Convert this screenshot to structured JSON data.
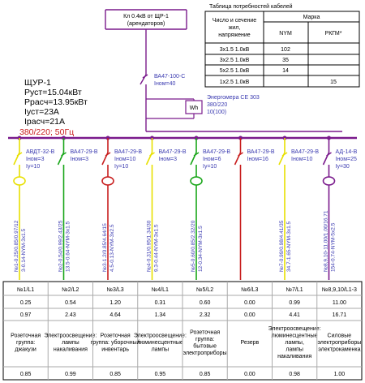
{
  "cable_table": {
    "title": "Таблица потребностей кабелей",
    "col_section_lines": [
      "Число и сечение",
      "жил,",
      "напряжение"
    ],
    "col_brand": "Марка",
    "brands": [
      "NYM",
      "РКГМ*"
    ],
    "rows": [
      {
        "section": "3x1.5 1.0кВ",
        "nym": "102",
        "rkgm": ""
      },
      {
        "section": "3x2.5 1.0кВ",
        "nym": "35",
        "rkgm": ""
      },
      {
        "section": "5x2.5 1.0кВ",
        "nym": "14",
        "rkgm": ""
      },
      {
        "section": "1x2.5 1.0кВ",
        "nym": "",
        "rkgm": "15"
      }
    ]
  },
  "feed": {
    "line1": "Кл 0.4кВ от ЩР-1",
    "line2": "(арендаторов)",
    "breaker_name": "ВА47-100-С",
    "breaker_rating": "Iном=40"
  },
  "meter": {
    "symbol": "Wh",
    "name": "Энергомера СЕ 303",
    "voltage": "380/220",
    "current": "10(100)"
  },
  "panel": {
    "name": "ЩУР-1",
    "p_inst": "Руст=15.04кВт",
    "p_calc": "Ррасч=13.95кВт",
    "i_inst": "Iуст=23А",
    "i_calc": "Iрасч=21А",
    "supply": "380/220; 50Гц"
  },
  "colors": {
    "L1": "#e8e000",
    "L2": "#19a619",
    "L3": "#c81e1e",
    "three_phase": "#7a1a8c",
    "bus": "#7a1a8c",
    "text_blue": "#3a3ab0",
    "supply_red": "#c81e1e"
  },
  "circuits": [
    {
      "phase": "L1",
      "device_type": "rcbo",
      "breaker_name": "АВДТ-32-В",
      "breaker_rating_1": "Iном=3",
      "breaker_rating_2": "Iу=10",
      "cable_line1": "№1-0.25/0.85/0.97/12",
      "cable_line2": "3-0.14-NYM-3x1.5",
      "num": "№1/L1",
      "p_kw": "0.25",
      "current_a": "0.97",
      "consumer_lines": [
        "Розеточная",
        "группа:",
        "джакузи"
      ],
      "cos_phi": "0.85"
    },
    {
      "phase": "L2",
      "device_type": "breaker",
      "breaker_name": "ВА47-29-В",
      "breaker_rating_1": "Iном=3",
      "breaker_rating_2": "",
      "cable_line1": "№2-0.54/0.99/2.43/25",
      "cable_line2": "13.5-0.64-NYM-3x1.5",
      "num": "№2/L2",
      "p_kw": "0.54",
      "current_a": "2.43",
      "consumer_lines": [
        "Электроосвещение:",
        "лампы",
        "накаливания"
      ],
      "cos_phi": "0.99"
    },
    {
      "phase": "L3",
      "device_type": "rcbo",
      "breaker_name": "ВА47-29-В",
      "breaker_rating_1": "Iном=10",
      "breaker_rating_2": "Iу=10",
      "cable_line1": "№3-1.2/0.85/4.64/15",
      "cable_line2": "4.5-0.13-NYM-3x2.5",
      "num": "№3/L3",
      "p_kw": "1.20",
      "current_a": "4.64",
      "consumer_lines": [
        "Розеточная",
        "группа: уборочный",
        "инвентарь"
      ],
      "cos_phi": "0.85"
    },
    {
      "phase": "L1",
      "device_type": "breaker",
      "breaker_name": "ВА47-29-В",
      "breaker_rating_1": "Iном=3",
      "breaker_rating_2": "",
      "cable_line1": "№4-0.31/0.95/1.34/30",
      "cable_line2": "9.3-0.44-NYM-3x1.5",
      "num": "№4/L1",
      "p_kw": "0.31",
      "current_a": "1.34",
      "consumer_lines": [
        "Электроосвещение:",
        "люминесцентные",
        "лампы"
      ],
      "cos_phi": "0.95"
    },
    {
      "phase": "L2",
      "device_type": "rcbo",
      "breaker_name": "ВА47-29-В",
      "breaker_rating_1": "Iном=6",
      "breaker_rating_2": "Iу=10",
      "cable_line1": "№5-0.60/0.85/2.32/20",
      "cable_line2": "12-0.34-NYM-3x1.5",
      "num": "№5/L2",
      "p_kw": "0.60",
      "current_a": "2.32",
      "consumer_lines": [
        "Розеточная",
        "группа:",
        "бытовые",
        "электроприборы"
      ],
      "cos_phi": "0.85"
    },
    {
      "phase": "L3",
      "device_type": "breaker",
      "breaker_name": "ВА47-29-В",
      "breaker_rating_1": "Iном=16",
      "breaker_rating_2": "",
      "cable_line1": "",
      "cable_line2": "",
      "num": "№6/L3",
      "p_kw": "0.00",
      "current_a": "0.00",
      "consumer_lines": [
        "Резерв"
      ],
      "cos_phi": "0.00"
    },
    {
      "phase": "L1",
      "device_type": "breaker",
      "breaker_name": "ВА47-29-В",
      "breaker_rating_1": "Iном=10",
      "breaker_rating_2": "",
      "cable_line1": "№7-0.99/0.98/4.41/35",
      "cable_line2": "34.7-1.65-NYM-3x1.5",
      "num": "№7/L1",
      "p_kw": "0.99",
      "current_a": "4.41",
      "consumer_lines": [
        "Электроосвещение:",
        "люминесцентные",
        "лампы,",
        "лампы",
        "накаливания"
      ],
      "cos_phi": "0.98"
    },
    {
      "phase": "3PH",
      "device_type": "rcbo",
      "breaker_name": "АД-14-В",
      "breaker_rating_1": "Iном=25",
      "breaker_rating_2": "Iу=30",
      "cable_line1": "№8,9,10-11.00/1.00/16.71",
      "cable_line2": "154-0.74-NYM-5x2.5",
      "num": "№8,9,10/L1-3",
      "p_kw": "11.00",
      "current_a": "16.71",
      "consumer_lines": [
        "Силовые",
        "электроприборы",
        "электрокаменка"
      ],
      "cos_phi": "1.00"
    }
  ]
}
